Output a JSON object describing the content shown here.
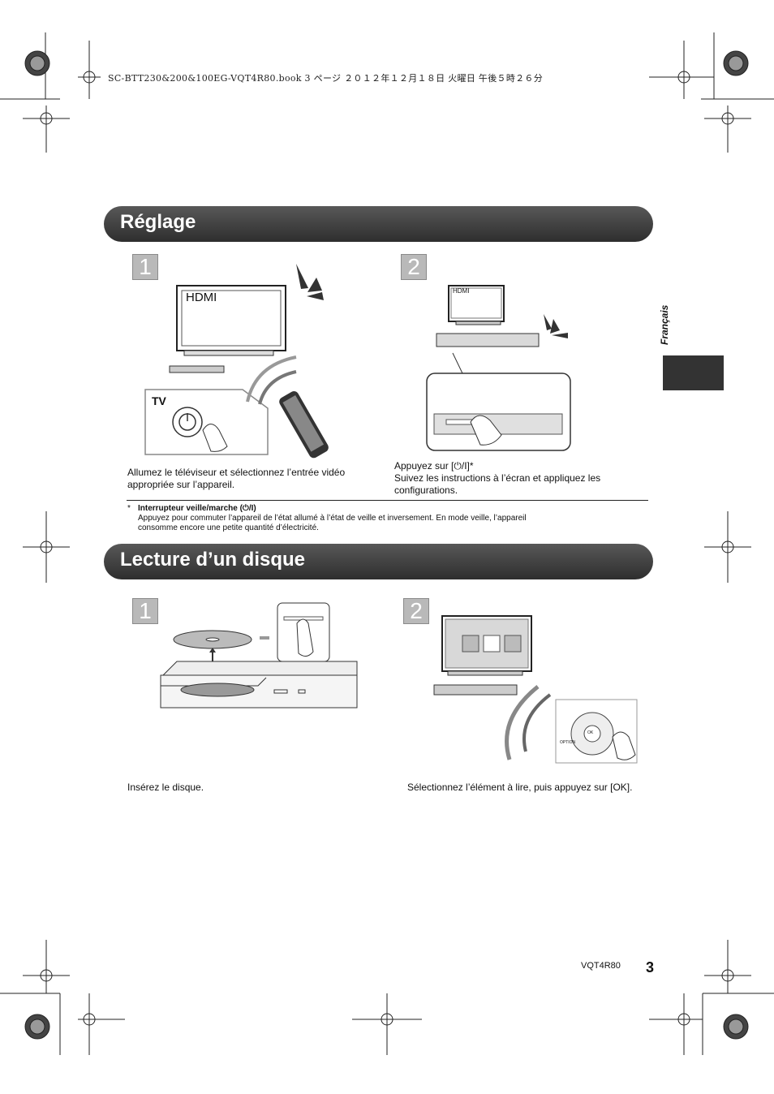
{
  "header": {
    "book_line": "SC-BTT230&200&100EG-VQT4R80.book  3 ページ  ２０１２年１２月１８日  火曜日  午後５時２６分"
  },
  "sidebar": {
    "language_label": "Français"
  },
  "section_setup": {
    "title": "Réglage",
    "step1": {
      "number": "1",
      "tv_screen_label": "HDMI",
      "tv_button_label": "TV",
      "caption_line1": "Allumez le téléviseur et sélectionnez l’entrée vidéo",
      "caption_line2": "appropriée sur l’appareil."
    },
    "step2": {
      "number": "2",
      "tv_screen_label": "HDMI",
      "caption_line1": "Appuyez sur [⏻/I]*",
      "caption_line2": "Suivez les instructions à l’écran et appliquez les",
      "caption_line3": "configurations."
    },
    "footnote": {
      "marker": "*",
      "title": "Interrupteur veille/marche (⏻/I)",
      "line1": "Appuyez pour commuter l’appareil de l’état allumé à l’état de veille et inversement. En mode veille, l’appareil",
      "line2": "consomme encore une petite quantité d’électricité."
    }
  },
  "section_play": {
    "title": "Lecture d’un disque",
    "step1": {
      "number": "1",
      "caption": "Insérez le disque."
    },
    "step2": {
      "number": "2",
      "remote_ok_label": "OK",
      "remote_option_label": "OPTION",
      "caption": "Sélectionnez l’élément à lire, puis appuyez sur [OK]."
    }
  },
  "footer": {
    "doc_code": "VQT4R80",
    "page_number": "3"
  }
}
